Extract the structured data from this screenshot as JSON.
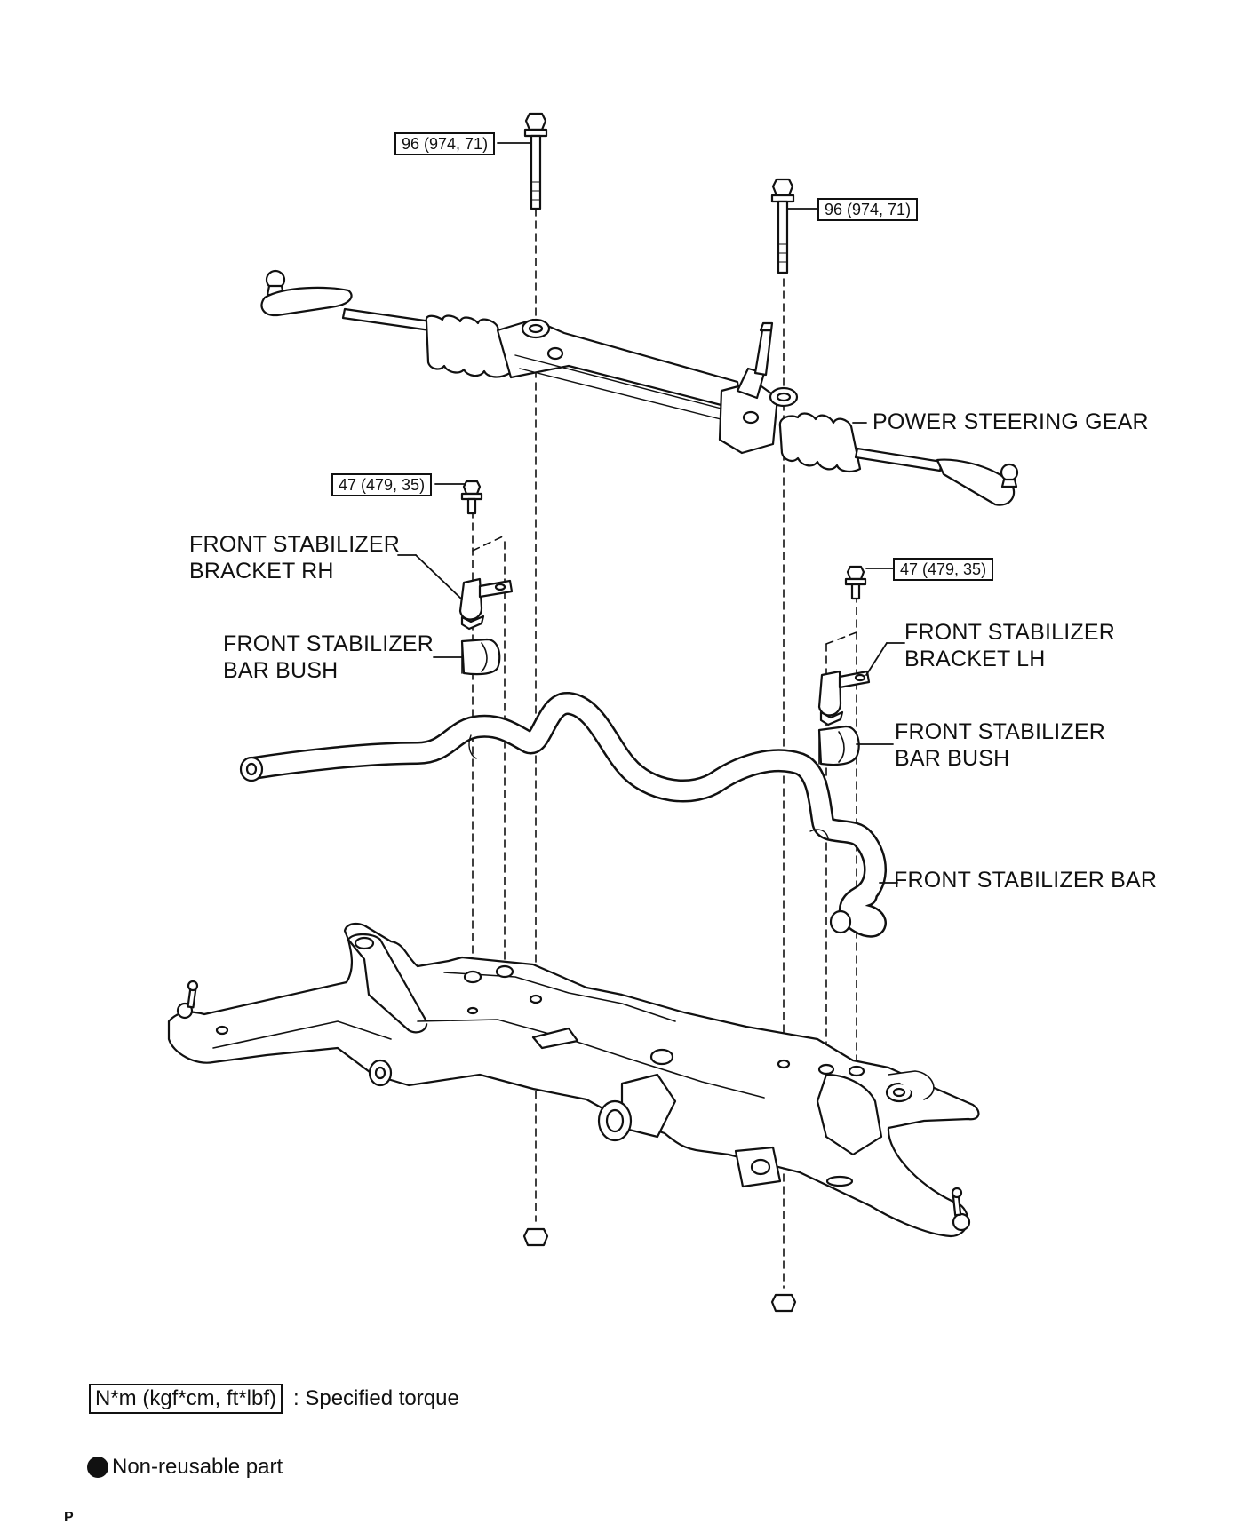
{
  "torque_specs": {
    "upper_bolt_left": "96 (974, 71)",
    "upper_bolt_right": "96 (974, 71)",
    "bracket_bolt_rh": "47 (479, 35)",
    "bracket_bolt_lh": "47 (479, 35)"
  },
  "labels": {
    "power_steering_gear": "POWER STEERING GEAR",
    "bracket_rh_line1": "FRONT STABILIZER",
    "bracket_rh_line2": "BRACKET RH",
    "bush_rh_line1": "FRONT STABILIZER",
    "bush_rh_line2": "BAR BUSH",
    "bracket_lh_line1": "FRONT STABILIZER",
    "bracket_lh_line2": "BRACKET LH",
    "bush_lh_line1": "FRONT STABILIZER",
    "bush_lh_line2": "BAR BUSH",
    "stabilizer_bar": "FRONT STABILIZER BAR"
  },
  "legend": {
    "torque_unit": "N*m (kgf*cm, ft*lbf)",
    "torque_desc": ": Specified torque",
    "non_reusable": "Non-reusable part"
  },
  "footer": {
    "code": "P"
  }
}
